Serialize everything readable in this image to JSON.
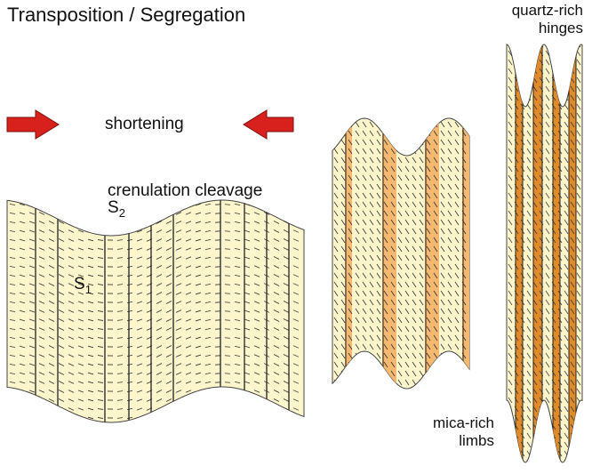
{
  "title": "Transposition / Segregation",
  "shortening_label": "shortening",
  "crenulation_label": "crenulation cleavage",
  "s2": {
    "letter": "S",
    "sub": "2"
  },
  "s1": {
    "letter": "S",
    "sub": "1"
  },
  "quartz_label": {
    "line1": "quartz-rich",
    "line2": "hinges"
  },
  "mica_label": {
    "line1": "mica-rich",
    "line2": "limbs"
  },
  "colors": {
    "pale": "#fdf6cc",
    "orange": "#f4b870",
    "deep": "#e08a2a",
    "arrow": "#d8211c",
    "line": "#222222"
  }
}
